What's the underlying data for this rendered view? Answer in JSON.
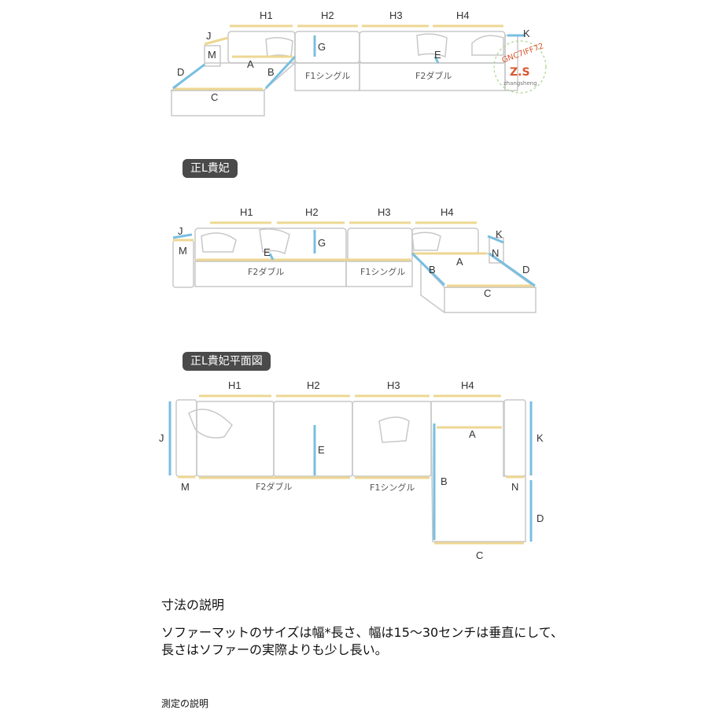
{
  "labels": {
    "H1": "H1",
    "H2": "H2",
    "H3": "H3",
    "H4": "H4",
    "A": "A",
    "B": "B",
    "C": "C",
    "D": "D",
    "E": "E",
    "G": "G",
    "J": "J",
    "K": "K",
    "M": "M",
    "N": "N",
    "F1": "F1シングル",
    "F2": "F2ダブル"
  },
  "watermark": {
    "text": "GNC7IFF72",
    "logo": "Z.S",
    "brand": "zhangsheng"
  },
  "section_titles": {
    "l_chaise": "正L貴妃",
    "l_chaise_plan": "正L貴妃平面図"
  },
  "explanation": {
    "heading": "寸法の説明",
    "body": "ソファーマットのサイズは幅*長さ、幅は15～30センチは垂直にして、長さはソファーの実際よりも少し長い。",
    "measure_heading": "測定の説明"
  },
  "colors": {
    "yellow": "#eed793",
    "blue": "#79bfe0",
    "outline": "#c8c8c8",
    "pill": "#4a4a4a"
  }
}
